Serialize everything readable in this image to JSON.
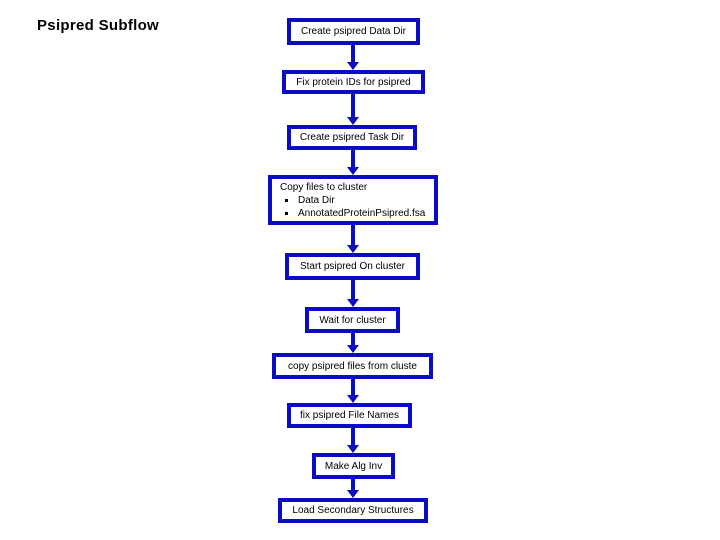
{
  "slide": {
    "title": "Psipred Subflow"
  },
  "flow": {
    "nodes": [
      {
        "label": "Create psipred Data Dir"
      },
      {
        "label": "Fix protein IDs for psipred"
      },
      {
        "label": "Create psipred Task Dir"
      },
      {
        "label": "Copy files to cluster",
        "bullets": [
          "Data Dir",
          "AnnotatedProteinPsipred.fsa"
        ]
      },
      {
        "label": "Start psipred On cluster"
      },
      {
        "label": "Wait for cluster"
      },
      {
        "label": "copy psipred files from cluste"
      },
      {
        "label": "fix psipred File Names"
      },
      {
        "label": "Make Alg Inv"
      },
      {
        "label": "Load Secondary Structures"
      }
    ],
    "colors": {
      "node_border": "#0b0bc4",
      "node_fill": "#ffffff",
      "text": "#000000",
      "background": "#ffffff"
    }
  }
}
